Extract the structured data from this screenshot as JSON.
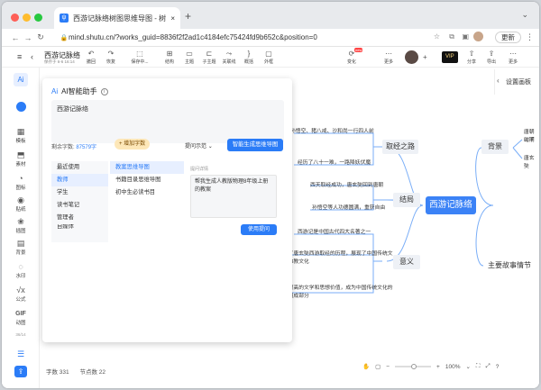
{
  "browser": {
    "tab_title": "西游记脉络树图思维导图 - 树图官…",
    "tab_close": "×",
    "new_tab": "+",
    "url": "mind.shutu.cn/?works_guid=8836f2f2ad1c4184efc75424fd9b652c&position=0",
    "update_label": "更新"
  },
  "toolbar": {
    "doc_title": "西游记脉络",
    "doc_subtitle": "保存于 6-6 16:14",
    "buttons": [
      {
        "label": "撤回",
        "icon": "undo-icon"
      },
      {
        "label": "恢复",
        "icon": "redo-icon"
      },
      {
        "label": "保存中...",
        "icon": "save-icon"
      },
      {
        "label": "结构",
        "icon": "structure-icon"
      },
      {
        "label": "主题",
        "icon": "theme-icon"
      },
      {
        "label": "子主题",
        "icon": "subtopic-icon"
      },
      {
        "label": "关联线",
        "icon": "relation-icon"
      },
      {
        "label": "概括",
        "icon": "summary-icon"
      },
      {
        "label": "外框",
        "icon": "frame-icon"
      },
      {
        "label": "变化",
        "icon": "change-icon"
      },
      {
        "label": "更多",
        "icon": "more-icon"
      },
      {
        "label": "分享",
        "icon": "share-icon"
      },
      {
        "label": "导出",
        "icon": "export-icon"
      },
      {
        "label": "更多",
        "icon": "more-icon"
      }
    ],
    "vip_label": "VIP",
    "new_badge": "new"
  },
  "sidebar": {
    "items": [
      {
        "label": "",
        "icon": "ai-icon"
      },
      {
        "label": "",
        "icon": "app-icon"
      },
      {
        "label": "模板",
        "icon": "template-icon"
      },
      {
        "label": "素材",
        "icon": "material-icon"
      },
      {
        "label": "图标",
        "icon": "icon-icon"
      },
      {
        "label": "贴纸",
        "icon": "sticker-icon"
      },
      {
        "label": "插图",
        "icon": "illustration-icon"
      },
      {
        "label": "背景",
        "icon": "background-icon"
      },
      {
        "label": "水印",
        "icon": "watermark-icon"
      },
      {
        "label": "公式",
        "icon": "formula-icon"
      },
      {
        "label": "动图",
        "icon": "gif-icon"
      },
      {
        "label": "",
        "icon": "list-icon"
      },
      {
        "label": "",
        "icon": "share-icon"
      }
    ],
    "gif_label": "GIF",
    "hint": "36/14"
  },
  "ai_panel": {
    "title": "AI智能助手",
    "prompt_text": "西游记脉络",
    "words_label": "剩余字数:",
    "words_value": "87579字",
    "add_words_label": "+ 增加字数",
    "sample_label": "提问示范",
    "generate_label": "智能生成思维导图",
    "categories_1": [
      "最近使用",
      "教师",
      "学生",
      "读书笔记",
      "管理者",
      "自媒体"
    ],
    "categories_2": [
      "教案思维导图",
      "书籍目录思维导图",
      "初中生必读书目"
    ],
    "preview_title": "提问详情",
    "preview_text": "帮我生成人教版物理8年级上册的教案",
    "use_label": "使用提问"
  },
  "mindmap": {
    "central": "西游记脉络",
    "topics": [
      "取经之路",
      "结局",
      "意义",
      "背景",
      "主要故事情节"
    ],
    "texts": [
      "孙悟空、猪八戒、沙和尚一行四人前",
      "经历了八十一难，一路降妖伏魔",
      "西天取经成功，唐玄奘回到唐朝",
      "孙悟空等人功德圆满，重获自由",
      "西游记是中国古代四大名著之一",
      "描写了唐玄奘西游取经的历程，展现了中国传统文化和佛教文化",
      "具有很高的文学和思想价值，成为中国传统文化的重要组成部分",
      "唐朝时期",
      "山下",
      "唐玄奘"
    ]
  },
  "right_panel": {
    "settings_label": "设置画板"
  },
  "status": {
    "word_count": "字数 331",
    "node_count": "节点数 22",
    "zoom": "100%"
  },
  "colors": {
    "accent": "#2b7cf7",
    "central_node": "#3b82f6",
    "topic_bg": "#eef1f6",
    "connector": "#7aaef7"
  }
}
